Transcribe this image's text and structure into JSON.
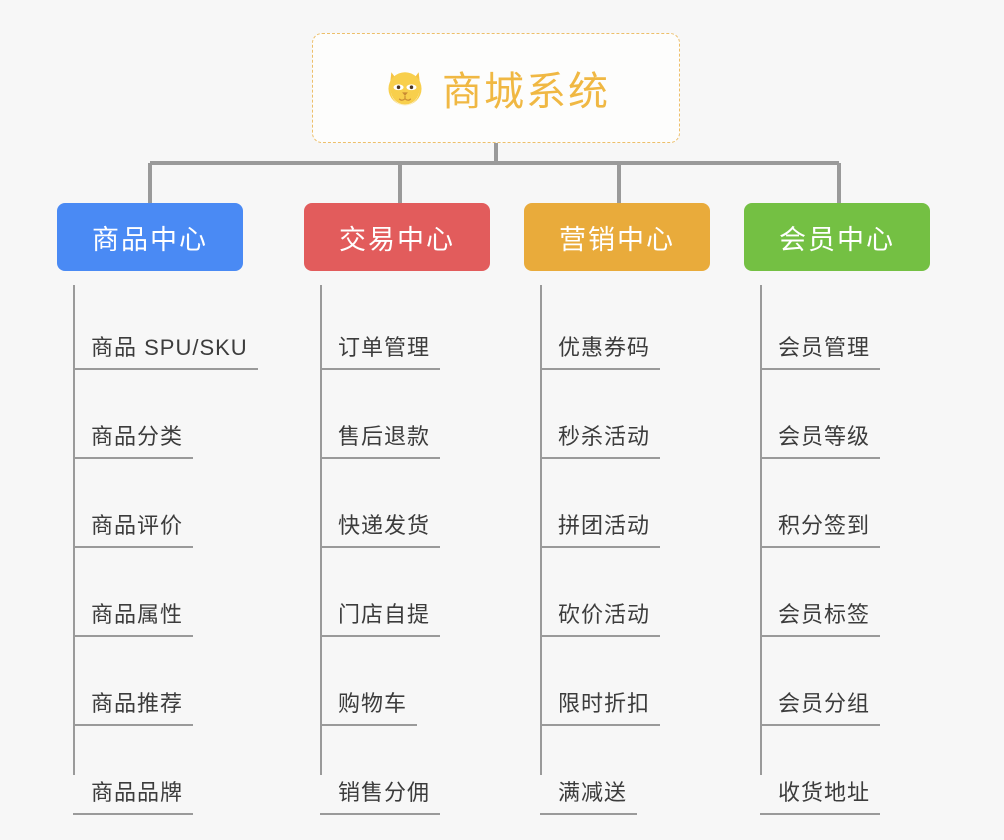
{
  "page": {
    "background": "#f7f7f7",
    "line_color": "#9a9a9a"
  },
  "root": {
    "icon": "shiba-dog-face-icon",
    "title": "商城系统",
    "title_color": "#f0b843",
    "border_color": "#edbf6a",
    "background": "#fdfdfc"
  },
  "columns": [
    {
      "title": "商品中心",
      "color": "#4a8af4",
      "items": [
        "商品 SPU/SKU",
        "商品分类",
        "商品评价",
        "商品属性",
        "商品推荐",
        "商品品牌"
      ]
    },
    {
      "title": "交易中心",
      "color": "#e25c5c",
      "items": [
        "订单管理",
        "售后退款",
        "快递发货",
        "门店自提",
        "购物车",
        "销售分佣"
      ]
    },
    {
      "title": "营销中心",
      "color": "#e9ab3b",
      "items": [
        "优惠券码",
        "秒杀活动",
        "拼团活动",
        "砍价活动",
        "限时折扣",
        "满减送"
      ]
    },
    {
      "title": "会员中心",
      "color": "#74c043",
      "items": [
        "会员管理",
        "会员等级",
        "积分签到",
        "会员标签",
        "会员分组",
        "收货地址"
      ]
    }
  ]
}
